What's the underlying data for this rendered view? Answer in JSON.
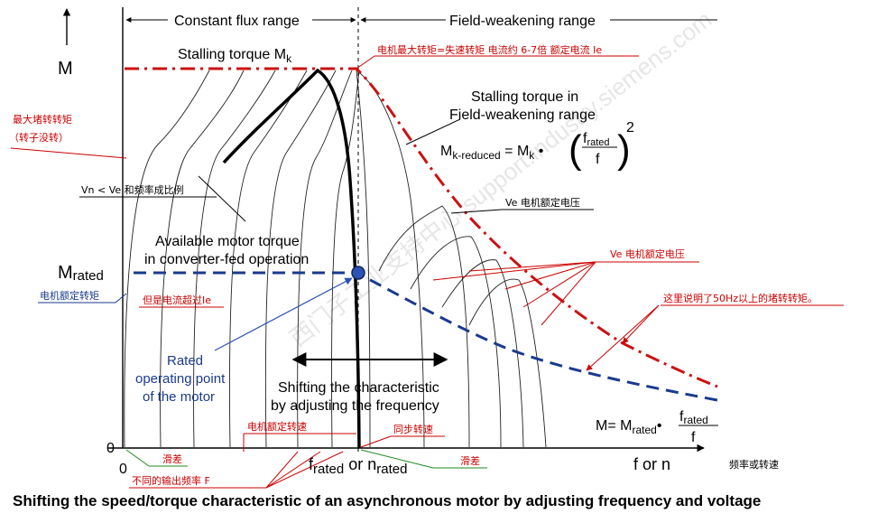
{
  "labels": {
    "axis_y": "M",
    "axis_x_f": "f or n",
    "axis_x_cn": "频率或转速",
    "origin_y": "0",
    "origin_x": "0",
    "m_rated": "M",
    "m_rated_sub": "rated",
    "constant_flux": "Constant flux range",
    "field_weakening": "Field-weakening range",
    "stalling_torque": "Stalling torque M",
    "stalling_torque_sub": "k",
    "stalling_fw_1": "Stalling torque in",
    "stalling_fw_2": "Field-weakening range",
    "formula_mk": "M",
    "formula_mk_sub": "k-reduced",
    "formula_eq": " = M",
    "formula_k": "k",
    "formula_dot": " •",
    "formula_frac_num": "f",
    "formula_frac_num_sub": "rated",
    "formula_frac_den": "f",
    "formula_exp": "2",
    "available_1": "Available motor torque",
    "available_2": "in converter-fed operation",
    "rated_op_1": "Rated",
    "rated_op_2": "operating point",
    "rated_op_3": "of the  motor",
    "shifting_1": "Shifting the characteristic",
    "shifting_2": "by adjusting the frequency",
    "frated_f": "f",
    "frated_sub": "rated",
    "frated_or": " or n",
    "nrated_sub": "rated",
    "formula2_m": "M= M",
    "formula2_sub": "rated",
    "formula2_dot": "•",
    "formula2_num": "f",
    "formula2_num_sub": "rated",
    "formula2_den": "f"
  },
  "annotations": {
    "max_torque_cn": "电机最大转矩=失速转矩 电流约 6-7倍 额定电流 Ie",
    "max_locked_1": "最大堵转转矩",
    "max_locked_2": "（转子没转）",
    "vn_ve": "Vn < Ve 和频率成比例",
    "ve_rated_1": "Ve 电机额定电压",
    "ve_rated_2": "Ve 电机额定电压",
    "above_50hz": "这里说明了50Hz以上的堵转转矩。",
    "rated_torque_cn": "电机额定转矩",
    "current_exceeds": "但是电流超过Ie",
    "rated_speed_cn": "电机额定转速",
    "sync_speed_cn": "同步转速",
    "slip_1": "滑差",
    "slip_2": "滑差",
    "diff_freq": "不同的输出频率 F",
    "watermark": "西门子工业支持中心 support.industry.siemens.com"
  },
  "caption": "Shifting the speed/torque characteristic of an asynchronous motor by adjusting frequency and voltage",
  "colors": {
    "stall_curve": "#cc1111",
    "rated_curve": "#1a3a8f",
    "annotation_red": "#cc0000",
    "annotation_blue": "#1a3a8f",
    "slip_line": "#1f8a1f",
    "watermark": "#c9c9c9"
  }
}
